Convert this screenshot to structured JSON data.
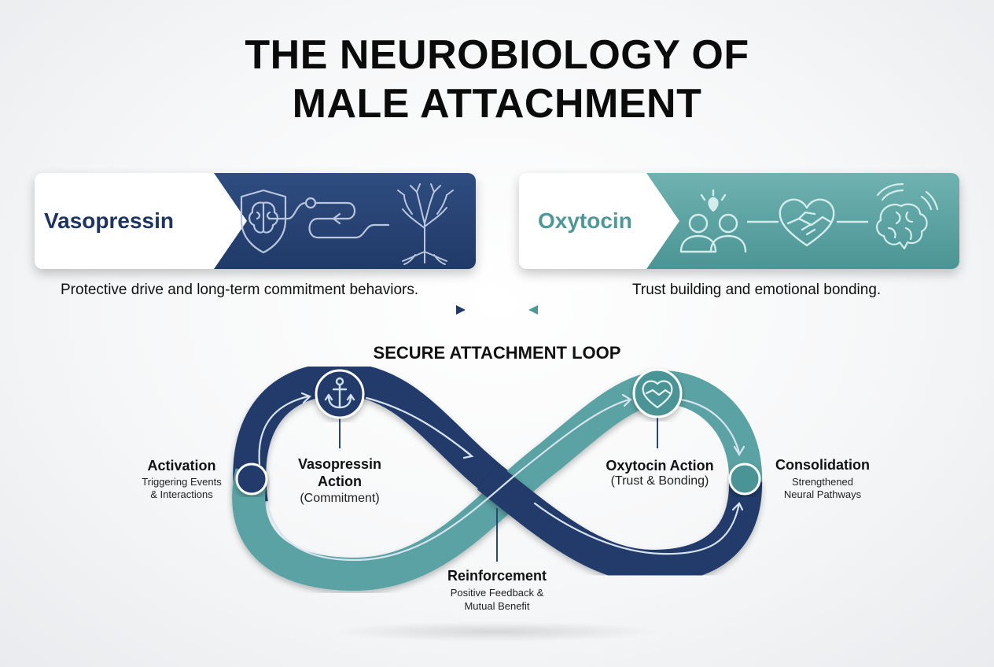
{
  "title": {
    "line1": "THE  NEUROBIOLOGY OF",
    "line2": "MALE ATTACHMENT"
  },
  "vasopressin_card": {
    "label": "Vasopressin",
    "description": "Protective drive and long-term commitment behaviors.",
    "icons": [
      "shield-brain-icon",
      "pathway-arrow-icon",
      "tree-roots-icon"
    ],
    "color": "#203a68"
  },
  "oxytocin_card": {
    "label": "Oxytocin",
    "description": "Trust building and emotional bonding.",
    "icons": [
      "people-heart-icon",
      "handshake-heart-icon",
      "brain-waves-icon"
    ],
    "color": "#4f9899"
  },
  "loop": {
    "title": "SECURE ATTACHMENT LOOP",
    "activation": {
      "title": "Activation",
      "sub1": "Triggering Events",
      "sub2": "& Interactions"
    },
    "vasopressin_action": {
      "title1": "Vasopressin",
      "title2": "Action",
      "sub": "(Commitment)"
    },
    "oxytocin_action": {
      "title": "Oxytocin Action",
      "sub": "(Trust & Bonding)"
    },
    "consolidation": {
      "title": "Consolidation",
      "sub1": "Strengthened",
      "sub2": "Neural Pathways"
    },
    "reinforcement": {
      "title": "Reinforcement",
      "sub1": "Positive Feedback &",
      "sub2": "Mutual Benefit"
    },
    "icons": [
      "anchor-icon",
      "handshake-heart-icon"
    ]
  },
  "colors": {
    "navy": "#203a68",
    "teal": "#5aa2a3"
  }
}
